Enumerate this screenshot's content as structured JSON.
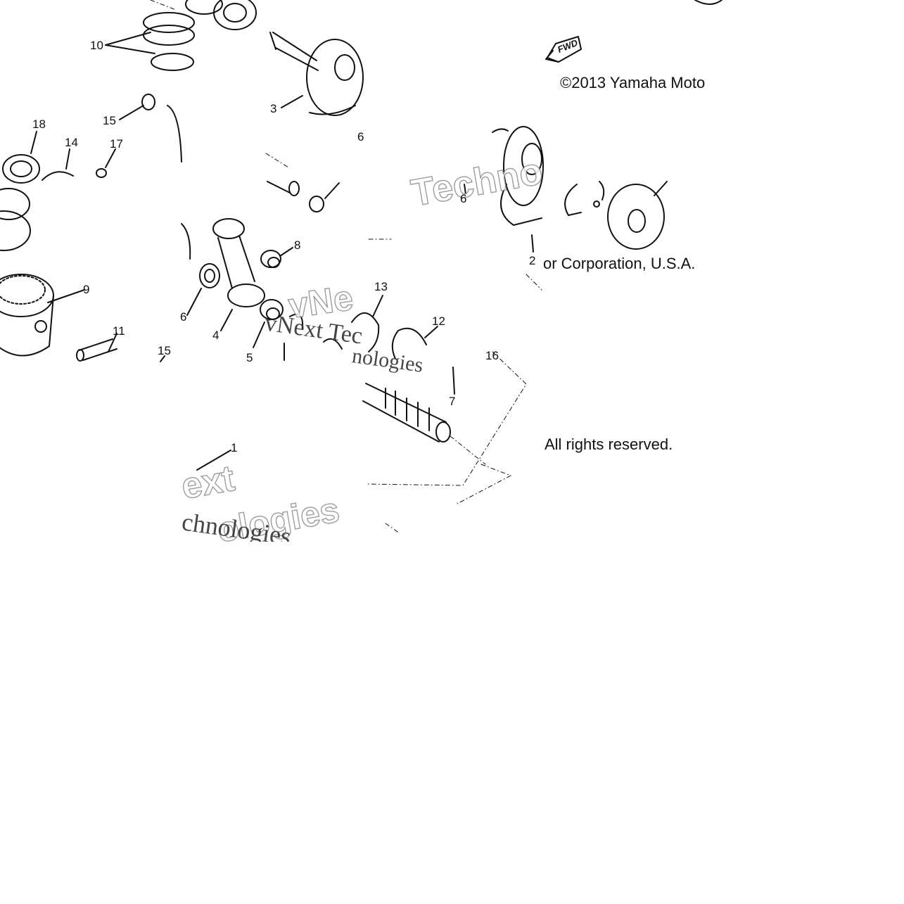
{
  "copyright": {
    "line1": "©2013 Yamaha Moto",
    "line2": "or Corporation, U.S.A.",
    "line3": "All rights reserved."
  },
  "fwd_label": "FWD",
  "watermarks": {
    "a": "Techno",
    "b": "vNext Tec",
    "c": "nologies",
    "d": "ext",
    "e": "ologies",
    "f": "chnologies",
    "g": "vNe"
  },
  "callouts": {
    "c10": "10",
    "c15a": "15",
    "c18": "18",
    "c14": "14",
    "c17": "17",
    "c3": "3",
    "c6a": "6",
    "c6b": "6",
    "c2": "2",
    "c8": "8",
    "c9": "9",
    "c6c": "6",
    "c4": "4",
    "c13": "13",
    "c12": "12",
    "c11": "11",
    "c15b": "15",
    "c5": "5",
    "c16": "16",
    "c7": "7",
    "c1": "1"
  },
  "colors": {
    "line": "#111111",
    "watermark_fill": "#ffffff",
    "watermark_stroke": "#8c8c8c",
    "background": "#ffffff"
  }
}
